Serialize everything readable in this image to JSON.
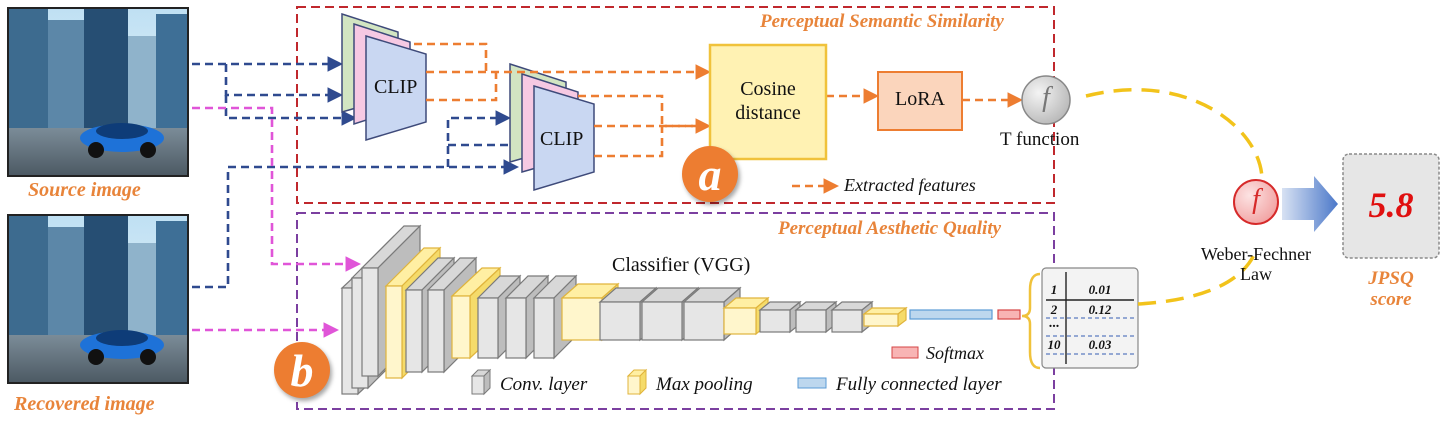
{
  "labels": {
    "source_image": "Source image",
    "recovered_image": "Recovered image",
    "semantic_title": "Perceptual Semantic Similarity",
    "aesthetic_title": "Perceptual Aesthetic Quality",
    "clip_1": "CLIP",
    "clip_2": "CLIP",
    "cosine_line1": "Cosine",
    "cosine_line2": "distance",
    "lora": "LoRA",
    "f_glyph": "f",
    "t_function": "T function",
    "extracted_features": "Extracted features",
    "badge_a": "a",
    "badge_b": "b",
    "classifier": "Classifier (VGG)",
    "softmax": "Softmax",
    "legend_conv": "Conv. layer",
    "legend_pool": "Max pooling",
    "legend_fc": "Fully connected layer",
    "wf_glyph": "f",
    "weber_line1": "Weber-Fechner",
    "weber_line2": "Law",
    "score_value": "5.8",
    "jpsq_line1": "JPSQ",
    "jpsq_line2": "score"
  },
  "table": {
    "rows": [
      {
        "index": "1",
        "value": "0.01"
      },
      {
        "index": "2",
        "value": "0.12"
      },
      {
        "index": "...",
        "value": ""
      },
      {
        "index": "10",
        "value": "0.03"
      }
    ]
  },
  "colors": {
    "semantic_frame": "#C0282D",
    "aesthetic_frame": "#7B3FA0",
    "feature_arrow": "#ED7D31",
    "input_arrow": "#2F4A8F",
    "recovered_arrow": "#E055D8",
    "fusion_curve": "#F2C31B",
    "clip_body": "#C9D7F2",
    "cosine_fill": "#FFF2B3",
    "lora_fill": "#FBD5BC",
    "score_text": "#E01010",
    "label_orange": "#E8843A"
  }
}
